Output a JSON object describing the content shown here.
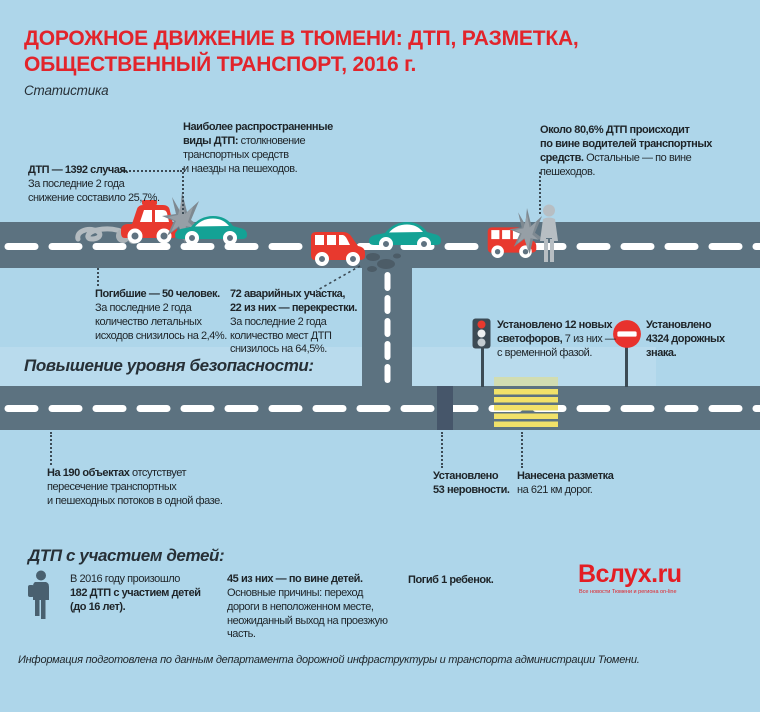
{
  "header": {
    "title": "ДОРОЖНОЕ ДВИЖЕНИЕ В ТЮМЕНИ: ДТП, РАЗМЕТКА,\nОБЩЕСТВЕННЫЙ ТРАНСПОРТ, 2016 г.",
    "subtitle": "Статистика"
  },
  "stats": {
    "accidents": {
      "bold": "ДТП — 1392 случая.",
      "rest": "\nЗа последние 2 года\nснижение составило 25,7%."
    },
    "types": {
      "bold": "Наиболее распространенные\nвиды ДТП:",
      "rest": " столкновение\nтранспортных средств\nи наезды на пешеходов."
    },
    "driver_fault": {
      "bold": "Около 80,6% ДТП происходит\nпо вине водителей транспортных\nсредств.",
      "rest": " Остальные — по вине\nпешеходов."
    },
    "deaths": {
      "bold": "Погибшие — 50 человек.",
      "rest": "\nЗа последние 2 года\nколичество летальных\nисходов снизилось на 2,4%."
    },
    "hotspots": {
      "bold": "72 аварийных участка,\n22 из них — перекрестки.",
      "rest": "\nЗа последние 2 года\nколичество мест ДТП\nснизилось на 64,5%."
    }
  },
  "safety": {
    "heading": "Повышение уровня безопасности:",
    "traffic_lights": {
      "bold": "Установлено 12 новых\nсветофоров,",
      "rest": " 7 из них —\nс временной фазой."
    },
    "road_signs": {
      "bold": "Установлено\n4324 дорожных\nзнака."
    },
    "phases": {
      "bold": "На 190 объектах",
      "rest": " отсутствует\nпересечение транспортных\nи пешеходных потоков в одной фазе."
    },
    "speed_bumps": {
      "bold": "Установлено\n53 неровности."
    },
    "markings": {
      "bold": "Нанесена разметка",
      "rest": "\nна 621 км дорог."
    }
  },
  "children": {
    "heading": "ДТП с участием детей:",
    "total": {
      "pre": "В 2016 году произошло",
      "bold": "\n182 ДТП с участием детей\n(до 16 лет)."
    },
    "fault": {
      "bold": "45 из них — по вине детей.",
      "rest": "\nОсновные причины: переход\nдороги в неположенном месте,\nнеожиданный выход на проезжую\nчасть."
    },
    "death": {
      "bold": "Погиб 1 ребенок."
    }
  },
  "logo": {
    "name": "Вслух.ru",
    "tagline": "Все новости Тюмени и региона on-line"
  },
  "footer": "Информация подготовлена по данным департамента дорожной инфраструктуры и транспорта администрации Тюмени.",
  "colors": {
    "background": "#aed6ea",
    "accent_red": "#e2242b",
    "road_gray": "#5c7280",
    "speed_bump_gray": "#46566",
    "teal_car": "#14a295",
    "red_car": "#e8392e",
    "marking_yellow": "#f1e169",
    "dark_ui": "#3c4b55"
  }
}
